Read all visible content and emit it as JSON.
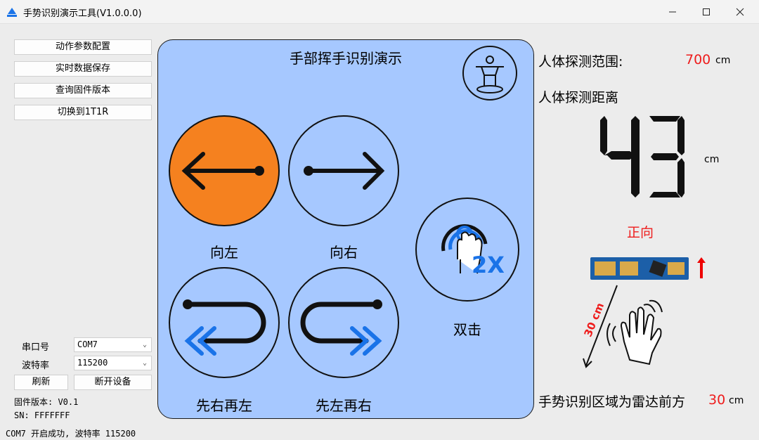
{
  "window": {
    "title": "手势识别演示工具(V1.0.0.0)",
    "minimize_icon": "minimize-icon",
    "maximize_icon": "maximize-icon",
    "close_icon": "close-icon"
  },
  "sidebar": {
    "buttons": [
      "动作参数配置",
      "实时数据保存",
      "查询固件版本",
      "切换到1T1R"
    ]
  },
  "panel": {
    "title": "手部挥手识别演示",
    "gestures": {
      "left": "向左",
      "right": "向右",
      "double": "双击",
      "right_then_left": "先右再左",
      "left_then_right": "先左再右"
    },
    "double_badge": "2X",
    "active_gesture": "left",
    "active_color": "#f5811f"
  },
  "right": {
    "range_label": "人体探测范围:",
    "range_value": "700",
    "range_unit": "cm",
    "distance_label": "人体探测距离",
    "distance_value": "43",
    "distance_unit": "cm",
    "direction": "正向",
    "angle_label": "30 cm",
    "zone_label": "手势识别区域为雷达前方",
    "zone_value": "30",
    "zone_unit": "cm"
  },
  "connection": {
    "port_label": "串口号",
    "port_value": "COM7",
    "baud_label": "波特率",
    "baud_value": "115200",
    "refresh_label": "刷新",
    "disconnect_label": "断开设备",
    "firmware_label": "固件版本: V0.1",
    "sn_label": "SN: FFFFFFF",
    "status": "COM7 开启成功, 波特率 115200"
  },
  "colors": {
    "panel_bg": "#a6c8ff",
    "accent_orange": "#f5811f",
    "accent_blue": "#1a73e8",
    "red": "#ee1c1c"
  }
}
